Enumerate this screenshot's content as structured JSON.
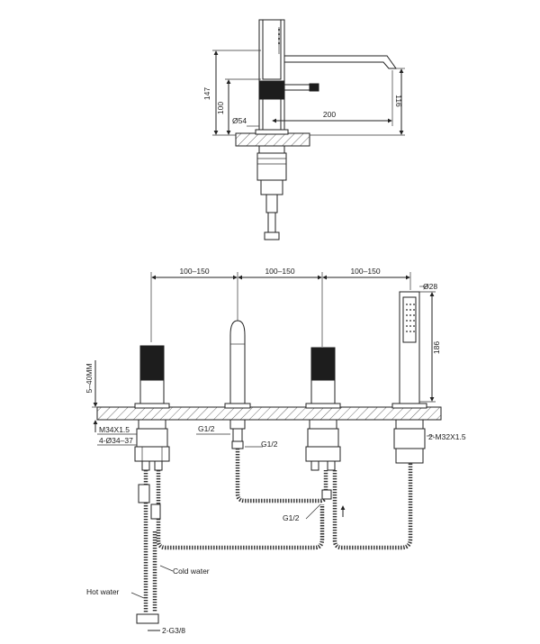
{
  "top_view": {
    "dims": {
      "height_total": "147",
      "height_body": "100",
      "height_spout": "116",
      "reach": "200",
      "base_diameter": "Ø54"
    }
  },
  "bottom_view": {
    "spacing": [
      "100–150",
      "100–150",
      "100–150"
    ],
    "deck_thickness": "5–40MM",
    "thread_body": "M34X1.5",
    "hole_diameter": "4-Ø34–37",
    "spout_thread_left": "G1/2",
    "spout_thread_right": "G1/2",
    "hose_thread": "G1/2",
    "hand_shower_diameter": "Ø28",
    "hand_shower_length": "186",
    "shower_thread": "2-M32X1.5",
    "cold_water": "Cold water",
    "hot_water": "Hot water",
    "supply_thread": "2-G3/8"
  },
  "colors": {
    "line": "#222222",
    "handle": "#1d1d1d",
    "deck_hatch": "#444444"
  }
}
